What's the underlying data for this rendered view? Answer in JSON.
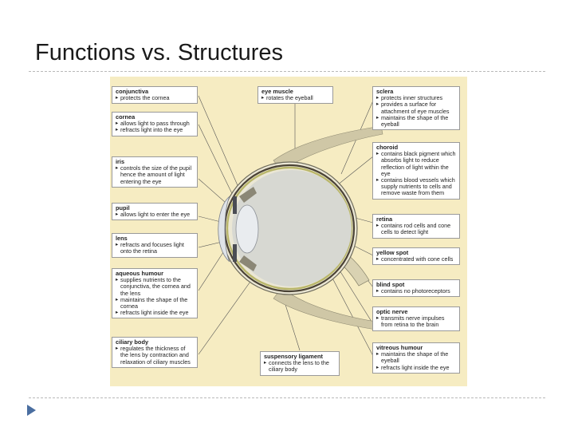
{
  "slide": {
    "title": "Functions vs. Structures"
  },
  "labels": {
    "conjunctiva": {
      "name": "conjunctiva",
      "items": [
        "protects the cornea"
      ]
    },
    "cornea": {
      "name": "cornea",
      "items": [
        "allows light to pass through",
        "refracts light into the eye"
      ]
    },
    "iris": {
      "name": "iris",
      "items": [
        "controls the size of the pupil hence the amount of light entering the eye"
      ]
    },
    "pupil": {
      "name": "pupil",
      "items": [
        "allows light to enter the eye"
      ]
    },
    "lens": {
      "name": "lens",
      "items": [
        "refracts and focuses light onto the retina"
      ]
    },
    "aqueous_humour": {
      "name": "aqueous humour",
      "items": [
        "supplies nutrients to the conjunctiva, the cornea and the lens",
        "maintains the shape of the cornea",
        "refracts light inside the eye"
      ]
    },
    "ciliary_body": {
      "name": "ciliary body",
      "items": [
        "regulates the thickness of the lens by contraction and relaxation of ciliary muscles"
      ]
    },
    "eye_muscle": {
      "name": "eye muscle",
      "items": [
        "rotates the eyeball"
      ]
    },
    "suspensory_ligament": {
      "name": "suspensory ligament",
      "items": [
        "connects the lens to the ciliary body"
      ]
    },
    "sclera": {
      "name": "sclera",
      "items": [
        "protects inner structures",
        "provides a surface for attachment of eye muscles",
        "maintains the shape of the eyeball"
      ]
    },
    "choroid": {
      "name": "choroid",
      "items": [
        "contains black pigment which absorbs light to reduce reflection of light within the eye",
        "contains blood vessels which supply nutrients to cells and remove waste from them"
      ]
    },
    "retina": {
      "name": "retina",
      "items": [
        "contains rod cells and cone cells to detect light"
      ]
    },
    "yellow_spot": {
      "name": "yellow spot",
      "items": [
        "concentrated with cone cells"
      ]
    },
    "blind_spot": {
      "name": "blind spot",
      "items": [
        "contains no photoreceptors"
      ]
    },
    "optic_nerve": {
      "name": "optic nerve",
      "items": [
        "transmits nerve impulses from retina to the brain"
      ]
    },
    "vitreous_humour": {
      "name": "vitreous humour",
      "items": [
        "maintains the shape of the eyeball",
        "refracts light inside the eye"
      ]
    }
  },
  "colors": {
    "figure_background": "#f6ecc2",
    "title_text": "#1a1a1a",
    "bullet_accent": "#4a6ea0"
  }
}
